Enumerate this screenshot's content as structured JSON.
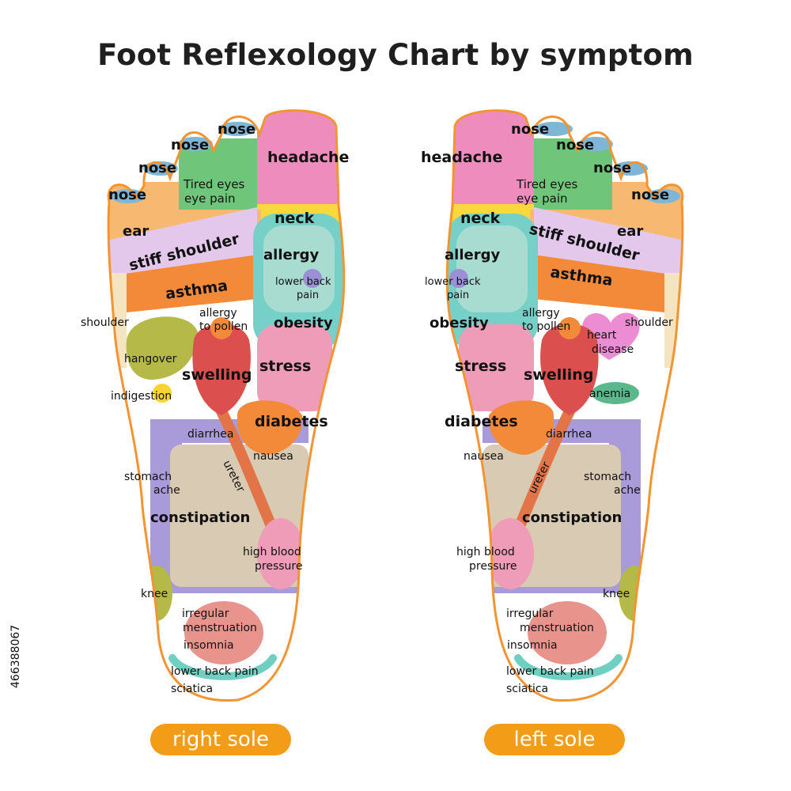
{
  "title": "Foot Reflexology Chart by symptom",
  "stock_id": "466388067",
  "colors": {
    "outline": "#f29431",
    "nose": "#7fb6d6",
    "toes_small": "#f7b872",
    "eyes": "#6fc67a",
    "headache": "#ee8dbd",
    "neck": "#f8d83a",
    "stiff_shoulder": "#e4c8ec",
    "asthma": "#f28a3a",
    "allergy": "#76d0c7",
    "stress": "#ee9cb7",
    "swelling": "#dc4f4f",
    "diabetes": "#f28a3a",
    "hangover": "#b5b947",
    "colon": "#a99bd9",
    "constipation": "#d9cbb3",
    "menstruation": "#e8948c",
    "sciatica": "#6fcfc0",
    "knee": "#b5b947",
    "heart": "#ec8dd3",
    "anemia": "#5cb88c",
    "shoulder": "#f4e4c0"
  },
  "right_sole": {
    "caption": "right sole",
    "labels": {
      "nose1": "nose",
      "nose2": "nose",
      "nose3": "nose",
      "nose4": "nose",
      "headache": "headache",
      "tired_eyes": "Tired eyes",
      "eye_pain": "eye pain",
      "neck": "neck",
      "ear": "ear",
      "stiff_shoulder": "stiff shoulder",
      "allergy": "allergy",
      "lower_back_pain_1": "lower back",
      "lower_back_pain_2": "pain",
      "asthma": "asthma",
      "shoulder": "shoulder",
      "allergy_pollen_1": "allergy",
      "allergy_pollen_2": "to pollen",
      "obesity": "obesity",
      "hangover": "hangover",
      "swelling": "swelling",
      "stress": "stress",
      "indigestion": "indigestion",
      "diabetes": "diabetes",
      "diarrhea": "diarrhea",
      "nausea": "nausea",
      "stomach_ache_1": "stomach",
      "stomach_ache_2": "ache",
      "ureter": "ureter",
      "constipation": "constipation",
      "hbp_1": "high blood",
      "hbp_2": "pressure",
      "knee": "knee",
      "irregular_1": "irregular",
      "irregular_2": "menstruation",
      "insomnia": "insomnia",
      "lower_back_pain_heel": "lower back pain",
      "sciatica": "sciatica"
    }
  },
  "left_sole": {
    "caption": "left sole",
    "labels": {
      "nose1": "nose",
      "nose2": "nose",
      "nose3": "nose",
      "nose4": "nose",
      "headache": "headache",
      "tired_eyes": "Tired eyes",
      "eye_pain": "eye pain",
      "neck": "neck",
      "ear": "ear",
      "stiff_shoulder": "stiff shoulder",
      "allergy": "allergy",
      "lower_back_pain_1": "lower back",
      "lower_back_pain_2": "pain",
      "asthma": "asthma",
      "shoulder": "shoulder",
      "allergy_pollen_1": "allergy",
      "allergy_pollen_2": "to pollen",
      "obesity": "obesity",
      "heart_1": "heart",
      "heart_2": "disease",
      "swelling": "swelling",
      "stress": "stress",
      "anemia": "anemia",
      "diabetes": "diabetes",
      "diarrhea": "diarrhea",
      "nausea": "nausea",
      "stomach_ache_1": "stomach",
      "stomach_ache_2": "ache",
      "ureter": "ureter",
      "constipation": "constipation",
      "hbp_1": "high blood",
      "hbp_2": "pressure",
      "knee": "knee",
      "irregular_1": "irregular",
      "irregular_2": "menstruation",
      "insomnia": "insomnia",
      "lower_back_pain_heel": "lower back pain",
      "sciatica": "sciatica"
    }
  }
}
